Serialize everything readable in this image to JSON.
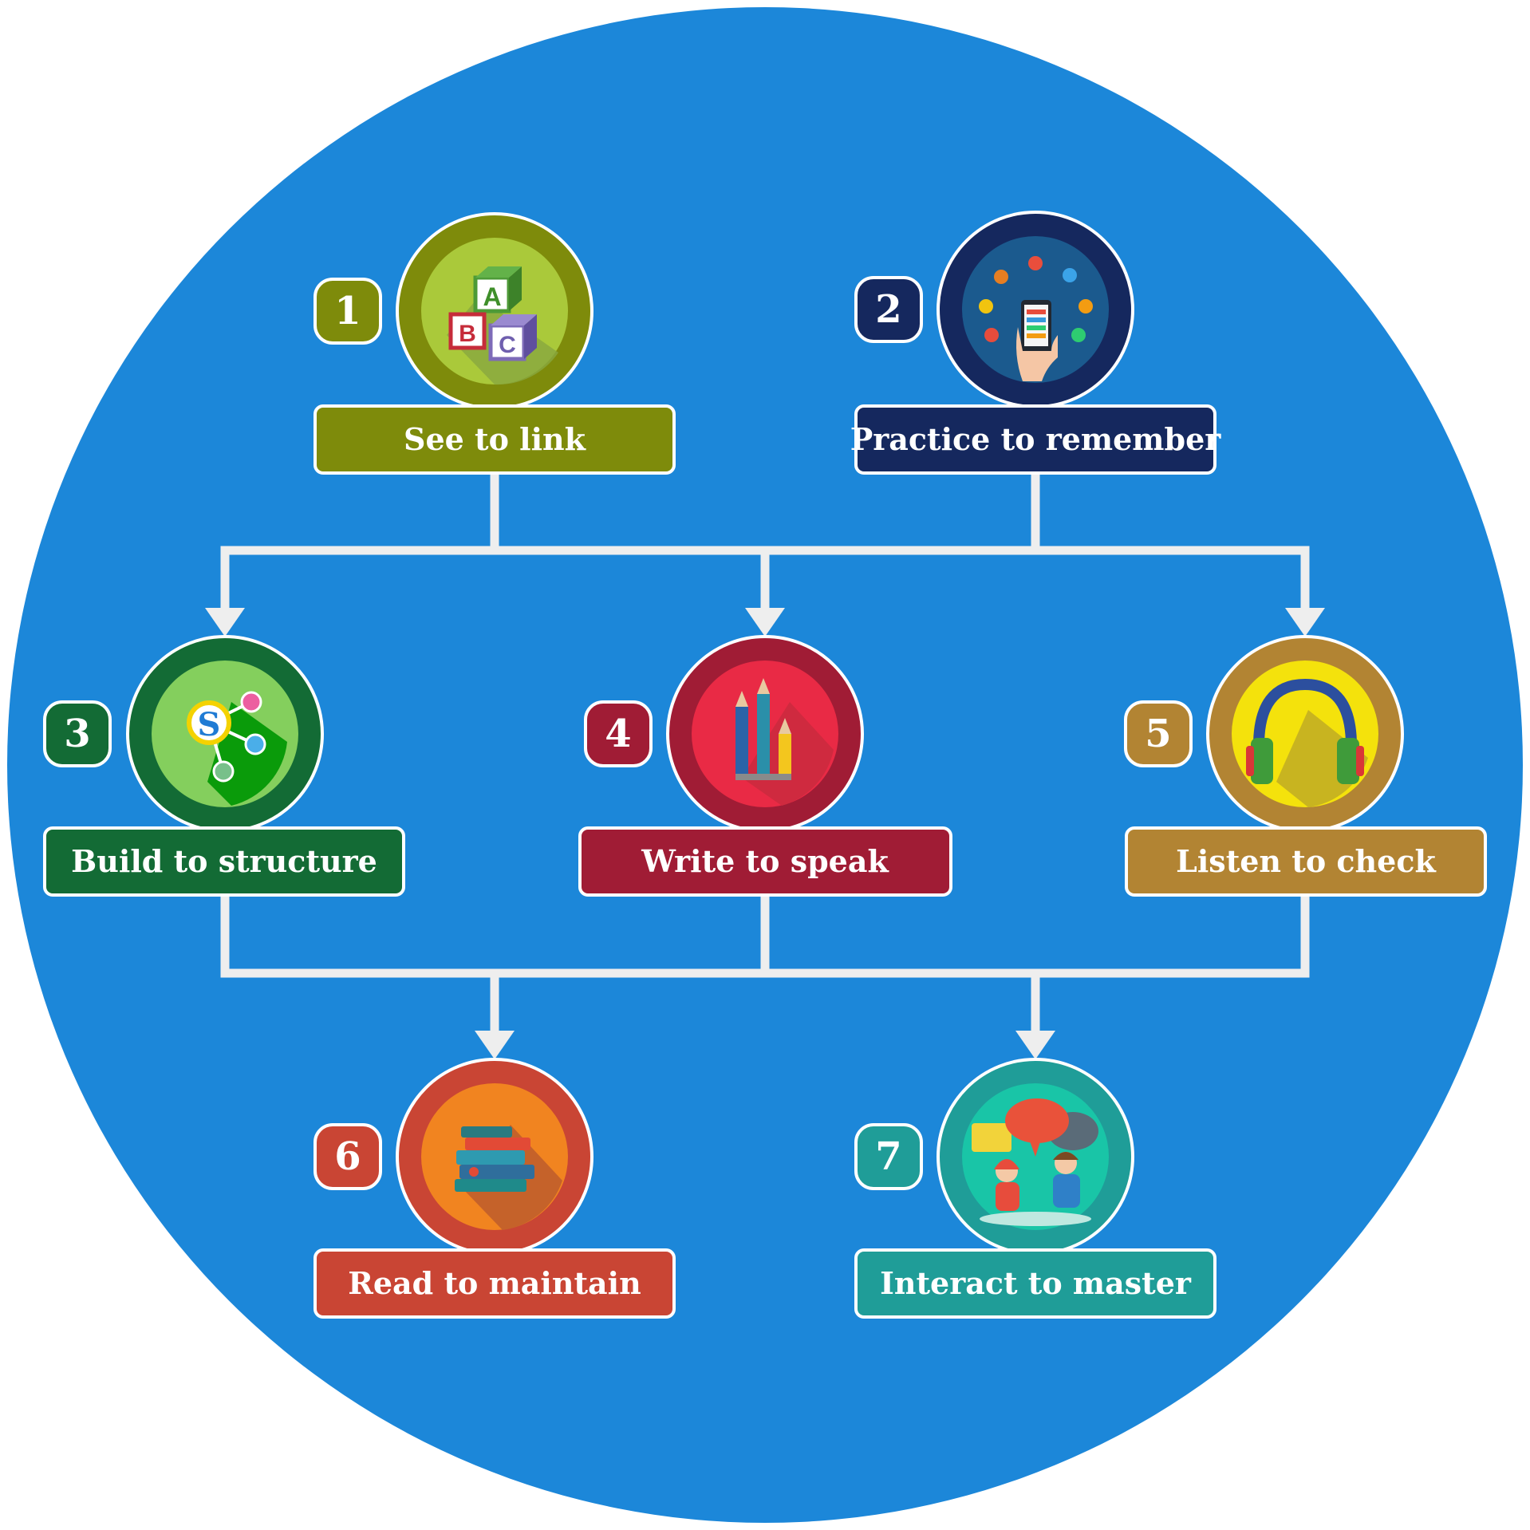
{
  "diagram": {
    "background_color": "#1c87d9",
    "connector_color": "#eeeeee",
    "steps": [
      {
        "number": "1",
        "label": "See to link",
        "color": "#7e8b0b",
        "inner": "#aac93a",
        "icon": "abc-blocks-icon"
      },
      {
        "number": "2",
        "label": "Practice to remember",
        "color": "#15285e",
        "inner": "#1b5a8e",
        "icon": "smartphone-apps-icon"
      },
      {
        "number": "3",
        "label": "Build to structure",
        "color": "#136b35",
        "inner": "#84cf5d",
        "icon": "share-network-icon"
      },
      {
        "number": "4",
        "label": "Write to speak",
        "color": "#a01c35",
        "inner": "#e92a45",
        "icon": "pencils-icon"
      },
      {
        "number": "5",
        "label": "Listen to check",
        "color": "#b28433",
        "inner": "#f4e20c",
        "icon": "headphones-icon"
      },
      {
        "number": "6",
        "label": "Read to maintain",
        "color": "#c94534",
        "inner": "#f18420",
        "icon": "books-icon"
      },
      {
        "number": "7",
        "label": "Interact to master",
        "color": "#1f9d98",
        "inner": "#19c5a7",
        "icon": "people-chat-icon"
      }
    ]
  }
}
